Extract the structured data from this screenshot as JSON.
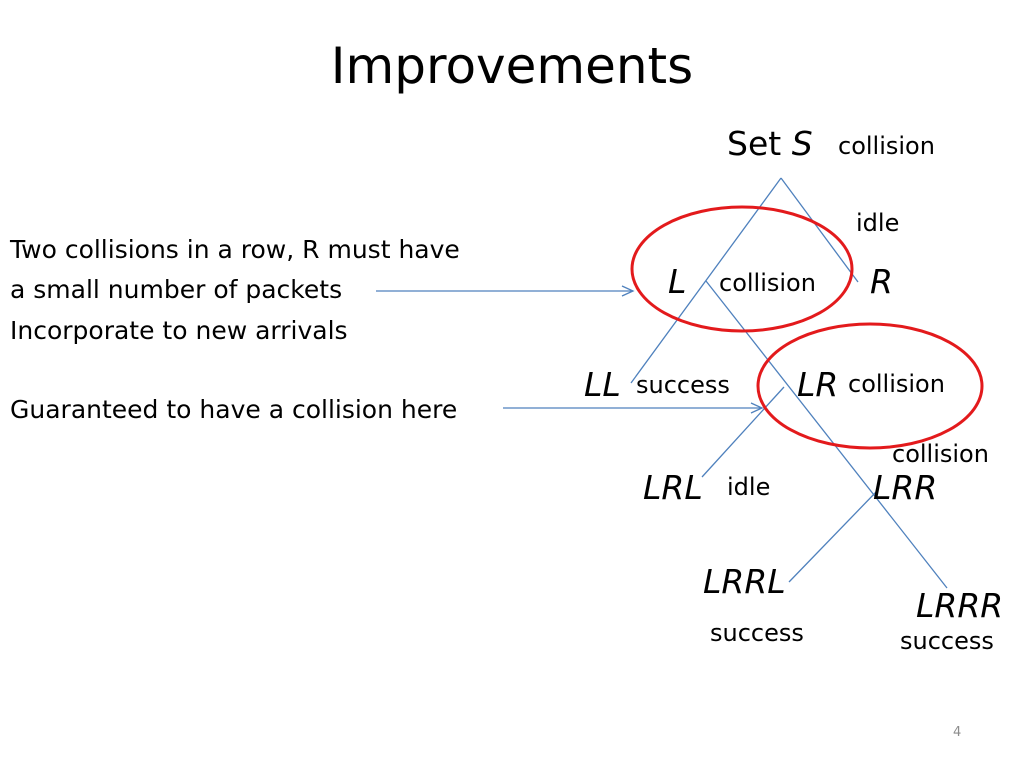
{
  "slide": {
    "title": "Improvements",
    "page_number": "4"
  },
  "notes": [
    "Two collisions in a row, R must have",
    "a small number of packets",
    "Incorporate to new arrivals",
    "Guaranteed to have a collision here"
  ],
  "tree": {
    "root": {
      "prefix": "Set ",
      "name": "S",
      "status": "collision"
    },
    "nodes": {
      "L": {
        "name": "L",
        "status": "collision"
      },
      "R": {
        "name": "R",
        "status": "idle"
      },
      "LL": {
        "name": "LL",
        "status": "success"
      },
      "LR": {
        "name": "LR",
        "status": "collision"
      },
      "LRL": {
        "name": "LRL",
        "status": "idle"
      },
      "LRR": {
        "name": "LRR",
        "status": "collision"
      },
      "LRRL": {
        "name": "LRRL",
        "status": "success"
      },
      "LRRR": {
        "name": "LRRR",
        "status": "success"
      }
    }
  },
  "colors": {
    "tree_lines": "#4f81bd",
    "highlight_circles": "#e31a1c",
    "text": "#000000",
    "page_number": "#8c8c8c"
  }
}
